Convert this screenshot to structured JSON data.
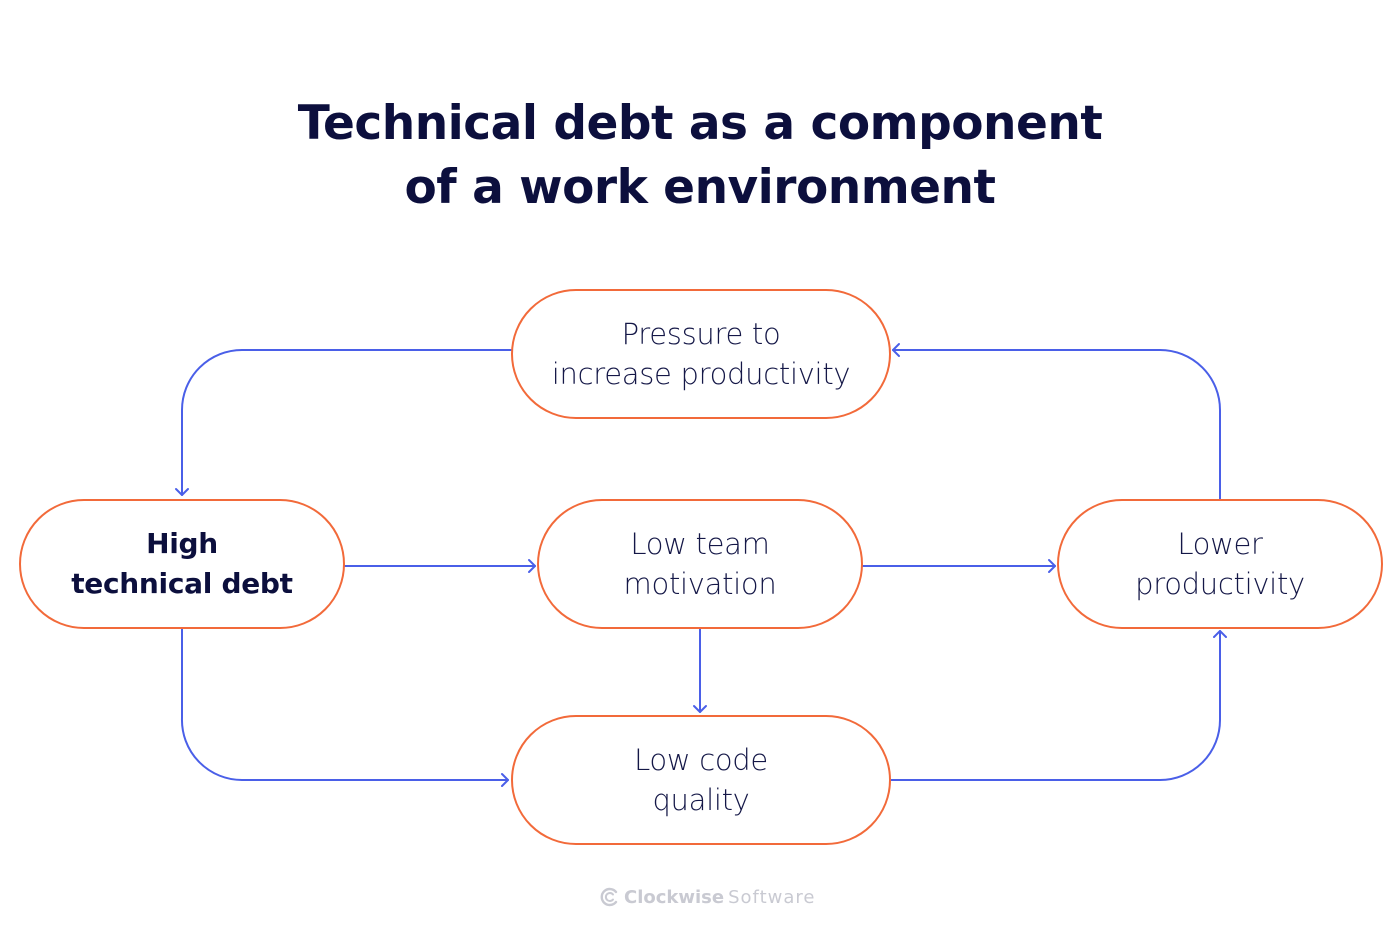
{
  "title": {
    "line1": "Technical debt as a component",
    "line2": "of a work environment"
  },
  "colors": {
    "node_border": "#f26a3a",
    "connector": "#4a5fe8",
    "text": "#0c0f3d",
    "logo": "#c9cad2",
    "background": "#ffffff"
  },
  "nodes": {
    "pressure": {
      "line1": "Pressure to",
      "line2": "increase productivity"
    },
    "high_debt": {
      "line1": "High",
      "line2": "technical debt"
    },
    "low_motivation": {
      "line1": "Low team",
      "line2": "motivation"
    },
    "lower_productivity": {
      "line1": "Lower",
      "line2": "productivity"
    },
    "low_quality": {
      "line1": "Low code",
      "line2": "quality"
    }
  },
  "edges": [
    {
      "from": "Pressure to increase productivity",
      "to": "High technical debt"
    },
    {
      "from": "High technical debt",
      "to": "Low team motivation"
    },
    {
      "from": "High technical debt",
      "to": "Low code quality"
    },
    {
      "from": "Low team motivation",
      "to": "Lower productivity"
    },
    {
      "from": "Low team motivation",
      "to": "Low code quality"
    },
    {
      "from": "Low code quality",
      "to": "Lower productivity"
    },
    {
      "from": "Lower productivity",
      "to": "Pressure to increase productivity"
    }
  ],
  "footer": {
    "logo_icon": "clockwise-logo-icon",
    "brand_strong": "Clockwise",
    "brand_light": "Software"
  }
}
